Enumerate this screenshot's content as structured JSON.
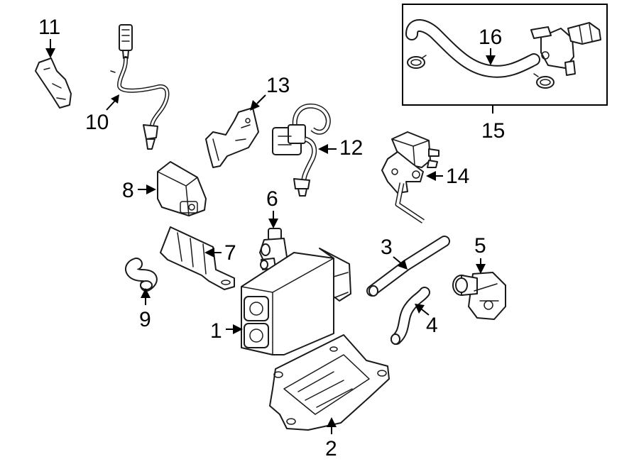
{
  "callouts": {
    "c1": "1",
    "c2": "2",
    "c3": "3",
    "c4": "4",
    "c5": "5",
    "c6": "6",
    "c7": "7",
    "c8": "8",
    "c9": "9",
    "c10": "10",
    "c11": "11",
    "c12": "12",
    "c13": "13",
    "c14": "14",
    "c15": "15",
    "c16": "16"
  },
  "colors": {
    "line": "#1a1a1a",
    "background": "#ffffff"
  }
}
